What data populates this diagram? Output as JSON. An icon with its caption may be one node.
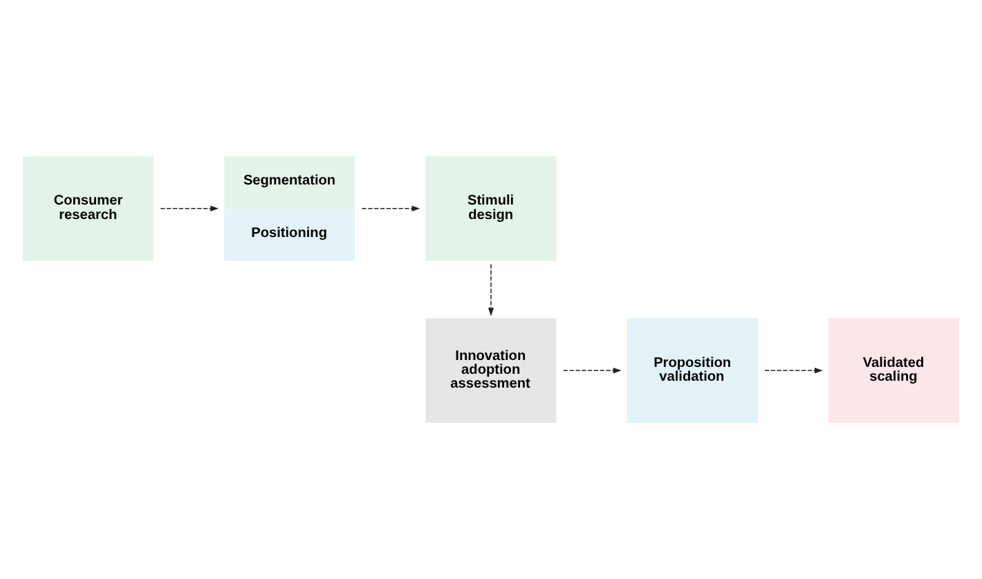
{
  "diagram": {
    "nodes": [
      {
        "text": [
          "Consumer research"
        ]
      },
      {
        "text": [
          "Segmentation",
          "Positioning"
        ]
      },
      {
        "text": [
          "Stimuli design"
        ]
      },
      {
        "text": [
          "Innovation adoption assessment"
        ]
      },
      {
        "text": [
          "Proposition validation"
        ]
      },
      {
        "text": [
          "Validated scaling"
        ]
      }
    ],
    "edges": [
      {
        "from": 0,
        "to": 1,
        "arrow": "to",
        "style": "dashed"
      },
      {
        "from": 1,
        "to": 2,
        "arrow": "to",
        "style": "dashed"
      },
      {
        "from": 2,
        "to": 3,
        "arrow": "to",
        "style": "dashed"
      },
      {
        "from": 3,
        "to": 4,
        "arrow": "to",
        "style": "dashed"
      },
      {
        "from": 4,
        "to": 5,
        "arrow": "to",
        "style": "dashed"
      }
    ]
  }
}
